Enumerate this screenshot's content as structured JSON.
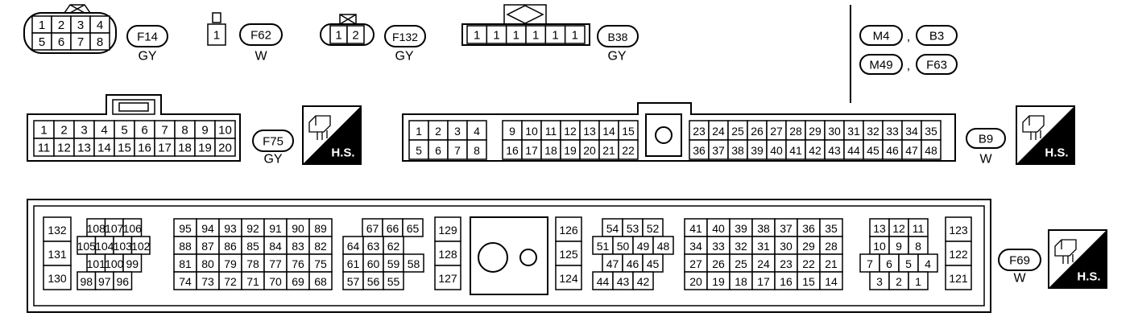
{
  "top_connectors": [
    {
      "id": "F14",
      "color": "GY",
      "pins": [
        [
          "1",
          "2",
          "3",
          "4"
        ],
        [
          "5",
          "6",
          "7",
          "8"
        ]
      ]
    },
    {
      "id": "F62",
      "color": "W",
      "pins": [
        [
          "1"
        ]
      ]
    },
    {
      "id": "F132",
      "color": "GY",
      "pins": [
        [
          "1",
          "2"
        ]
      ]
    },
    {
      "id": "B38",
      "color": "GY",
      "pins": [
        [
          "1",
          "1",
          "1",
          "1",
          "1",
          "1"
        ]
      ]
    }
  ],
  "ref_connectors": [
    "M4",
    "B3",
    "M49",
    "F63"
  ],
  "ref_separator": ",",
  "hs_label": "H.S.",
  "mid_connectors": [
    {
      "id": "F75",
      "color": "GY",
      "pins": [
        [
          "1",
          "2",
          "3",
          "4",
          "5",
          "6",
          "7",
          "8",
          "9",
          "10"
        ],
        [
          "11",
          "12",
          "13",
          "14",
          "15",
          "16",
          "17",
          "18",
          "19",
          "20"
        ]
      ]
    },
    {
      "id": "B9",
      "color": "W",
      "pins": [
        [
          "1",
          "2",
          "3",
          "4",
          "9",
          "10",
          "11",
          "12",
          "13",
          "14",
          "15",
          "23",
          "24",
          "25",
          "26",
          "27",
          "28",
          "29",
          "30",
          "31",
          "32",
          "33",
          "34",
          "35"
        ],
        [
          "5",
          "6",
          "7",
          "8",
          "16",
          "17",
          "18",
          "19",
          "20",
          "21",
          "22",
          "36",
          "37",
          "38",
          "39",
          "40",
          "41",
          "42",
          "43",
          "44",
          "45",
          "46",
          "47",
          "48"
        ]
      ]
    }
  ],
  "ecm_connector": {
    "id": "F69",
    "color": "W",
    "groups": [
      {
        "rows": [
          [
            "132"
          ],
          [
            "131"
          ],
          [
            "130"
          ]
        ]
      },
      {
        "rows": [
          [
            "108",
            "107",
            "106"
          ],
          [
            "105",
            "104",
            "103",
            "102"
          ],
          [
            "101",
            "100",
            "99"
          ],
          [
            "98",
            "97",
            "96"
          ]
        ]
      },
      {
        "rows": [
          [
            "95",
            "94",
            "93",
            "92",
            "91",
            "90",
            "89"
          ],
          [
            "88",
            "87",
            "86",
            "85",
            "84",
            "83",
            "82"
          ],
          [
            "81",
            "80",
            "79",
            "78",
            "77",
            "76",
            "75"
          ],
          [
            "74",
            "73",
            "72",
            "71",
            "70",
            "69",
            "68"
          ]
        ]
      },
      {
        "rows": [
          [
            "67",
            "66",
            "65"
          ],
          [
            "64",
            "63",
            "62"
          ],
          [
            "61",
            "60",
            "59",
            "58"
          ],
          [
            "57",
            "56",
            "55"
          ]
        ]
      },
      {
        "rows": [
          [
            "129"
          ],
          [
            "128"
          ],
          [
            "127"
          ]
        ]
      },
      {
        "rows": [
          [
            "126"
          ],
          [
            "125"
          ],
          [
            "124"
          ]
        ]
      },
      {
        "rows": [
          [
            "54",
            "53",
            "52"
          ],
          [
            "51",
            "50",
            "49",
            "48"
          ],
          [
            "47",
            "46",
            "45"
          ],
          [
            "44",
            "43",
            "42"
          ]
        ]
      },
      {
        "rows": [
          [
            "41",
            "40",
            "39",
            "38",
            "37",
            "36",
            "35"
          ],
          [
            "34",
            "33",
            "32",
            "31",
            "30",
            "29",
            "28"
          ],
          [
            "27",
            "26",
            "25",
            "24",
            "23",
            "22",
            "21"
          ],
          [
            "20",
            "19",
            "18",
            "17",
            "16",
            "15",
            "14"
          ]
        ]
      },
      {
        "rows": [
          [
            "13",
            "12",
            "11"
          ],
          [
            "10",
            "9",
            "8"
          ],
          [
            "7",
            "6",
            "5",
            "4"
          ],
          [
            "3",
            "2",
            "1"
          ]
        ]
      },
      {
        "rows": [
          [
            "123"
          ],
          [
            "122"
          ],
          [
            "121"
          ]
        ]
      }
    ]
  }
}
